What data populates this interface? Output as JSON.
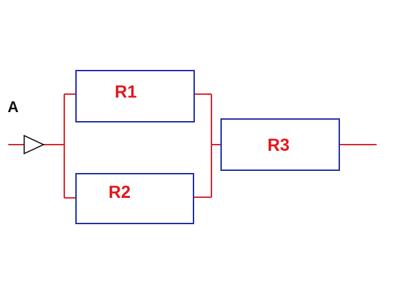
{
  "circuit": {
    "node_label": "A",
    "resistors": [
      {
        "id": "r1",
        "label": "R1"
      },
      {
        "id": "r2",
        "label": "R2"
      },
      {
        "id": "r3",
        "label": "R3"
      }
    ]
  },
  "colors": {
    "wire": "#d8242c",
    "box": "#1f2ea8",
    "label": "#e3161b",
    "node": "#111111"
  },
  "icons": {
    "input_arrow": "input-arrow-icon"
  }
}
